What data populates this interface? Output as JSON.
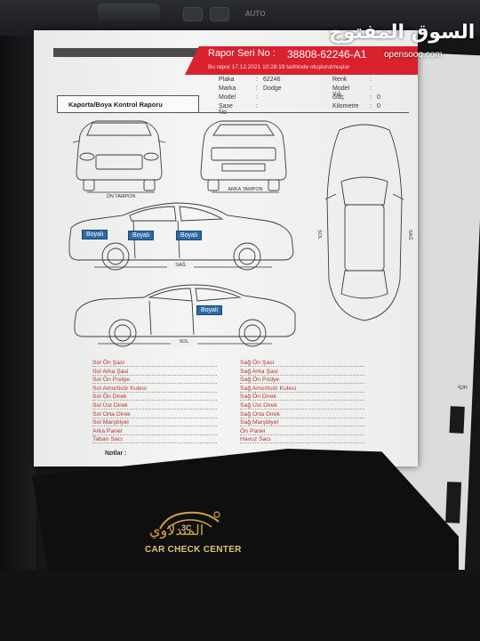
{
  "watermark": {
    "arabic": "السوق المفتوح",
    "latin": "opensooq.com"
  },
  "dashboard": {
    "auto_label": "AUTO"
  },
  "report": {
    "series_label": "Rapor Seri No :",
    "series_number": "38808-62246-A1",
    "created_line": "Bu rapor 17.12.2021 10:28:19 tarihinde oluşturulmuştur",
    "left_fields": [
      {
        "label": "Plaka",
        "value": "62246"
      },
      {
        "label": "Marka",
        "value": "Dodge"
      },
      {
        "label": "Model",
        "value": ""
      },
      {
        "label": "Şase No",
        "value": ""
      }
    ],
    "right_fields": [
      {
        "label": "Renk",
        "value": ""
      },
      {
        "label": "Model Yılı",
        "value": ""
      },
      {
        "label": "Güç",
        "value": "0"
      },
      {
        "label": "Kilometre",
        "value": "0"
      }
    ],
    "section_title": "Kaporta/Boya Kontrol Raporu",
    "view_labels": {
      "front": "ÖN TAMPON",
      "rear": "ARKA TAMPON",
      "right": "SAĞ",
      "left": "SOL",
      "top_left": "SOL",
      "top_right": "SAĞ"
    },
    "paint_tags": {
      "right_side": [
        "Boyalı",
        "Boyalı",
        "Boyalı"
      ],
      "left_side": [
        "Boyalı"
      ]
    },
    "checklist_left": [
      "Sol Ön Şasi",
      "Sol Arka Şasi",
      "Sol Ön Podye",
      "Sol Amortisör Kulesi",
      "Sol Ön Direk",
      "Sol Üst Direk",
      "Sol Orta Direk",
      "Sol Marşbiyel",
      "Arka Panel",
      "Taban Sacı"
    ],
    "checklist_right": [
      "Sağ Ön Şasi",
      "Sağ Arka Şasi",
      "Sağ Ön Podye",
      "Sağ Amortisör Kulesi",
      "Sağ Ön Direk",
      "Sağ Üst Direk",
      "Sağ Orta Direk",
      "Sağ Marşbiyel",
      "Ön Panel",
      "Havuz Sacı"
    ],
    "notes_label": "Notlar :"
  },
  "under_sheet": {
    "fragment": "için"
  },
  "logo": {
    "emblem": "3C",
    "arabic": "المندلاوي",
    "english": "CAR CHECK CENTER"
  },
  "colors": {
    "header_red": "#d9222e",
    "header_grey": "#4b4b4b",
    "tag_blue": "#2c6aa8",
    "checklist_red": "#b0362f",
    "logo_gold": "#d4a441"
  }
}
